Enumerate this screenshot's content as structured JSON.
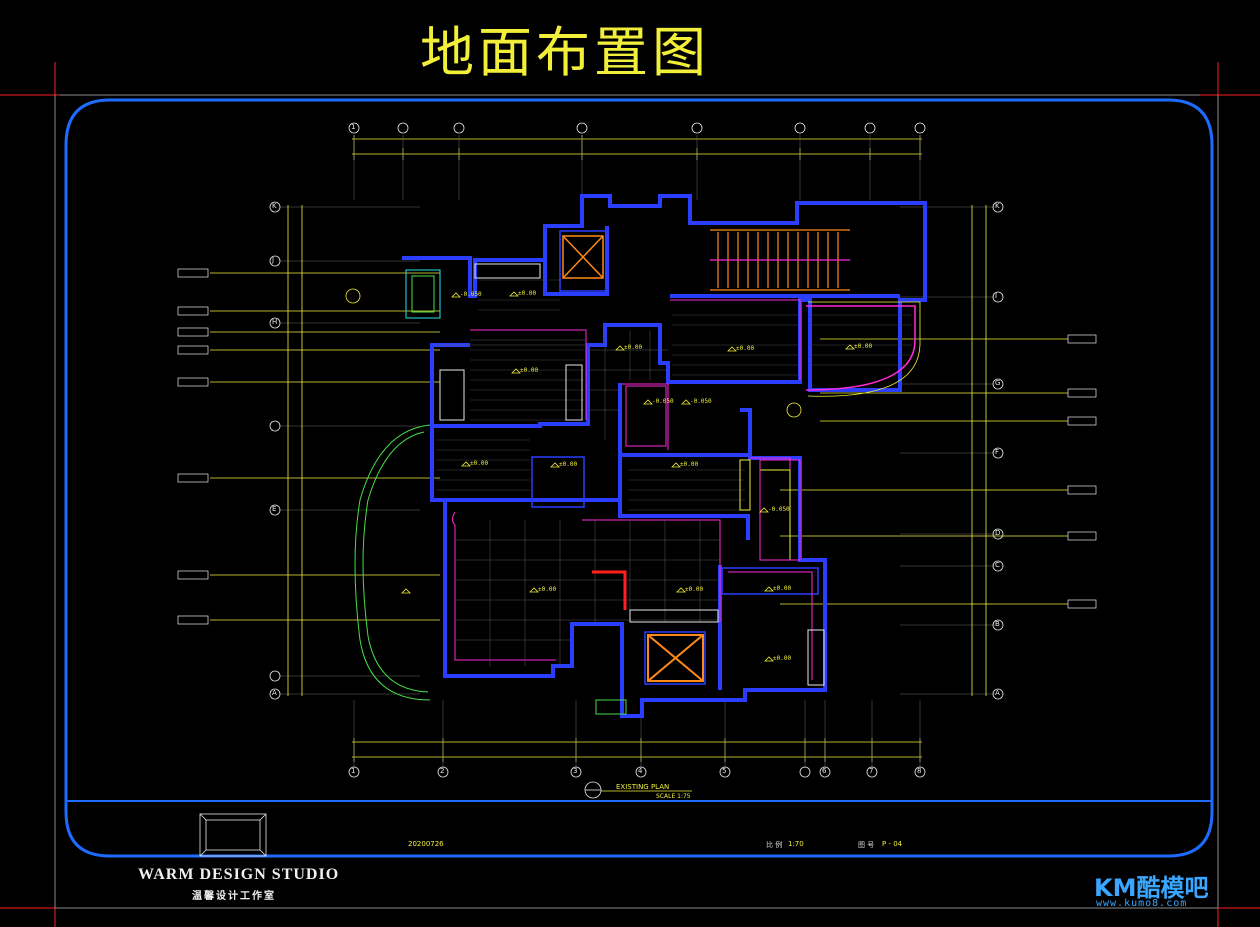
{
  "title": "地面布置图",
  "plan": {
    "name": "EXISTING PLAN",
    "scale": "SCALE 1:75"
  },
  "grid": {
    "columns": [
      "1",
      "2",
      "3",
      "4",
      "5",
      "6",
      "7",
      "8"
    ],
    "rows": [
      "A",
      "B",
      "C",
      "D",
      "E",
      "F",
      "G",
      "H",
      "I",
      "J",
      "K"
    ]
  },
  "title_block": {
    "date_value": "20200726",
    "scale_label": "比 例",
    "scale_value": "1:70",
    "sheet_label": "图 号",
    "sheet_value": "P - 04"
  },
  "studio": {
    "name": "WARM DESIGN STUDIO",
    "name_cn": "温馨设计工作室"
  },
  "watermark": {
    "brand": "KM酷模吧",
    "url": "www.kumo8.com"
  },
  "colors": {
    "frame": "#1e6bff",
    "wall": "#2b3dff",
    "dim": "#f2ef3a",
    "cyan": "#27e3e3",
    "magenta": "#ff2bd6",
    "orange": "#ff8a1a",
    "green": "#46e04a",
    "red": "#ff2020",
    "grid": "#6a6a6a"
  }
}
